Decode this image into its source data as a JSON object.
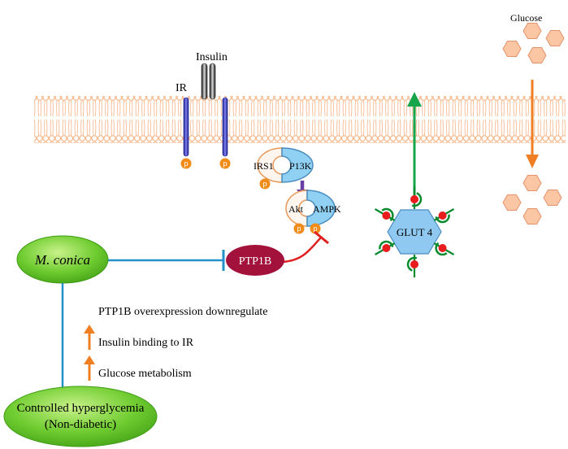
{
  "labels": {
    "insulin": "Insulin",
    "ir": "IR",
    "glucose": "Glucose",
    "irs1": "IRS1",
    "pi3k": "P13K",
    "akt": "Akt",
    "ampk": "AMPK",
    "glut4": "GLUT 4",
    "ptp1b": "PTP1B",
    "m_conica": "M. conica",
    "phospho": "p",
    "outcome_line1": "Controlled hyperglycemia",
    "outcome_line2": "(Non-diabetic)"
  },
  "effects": {
    "heading": "PTP1B overexpression downregulate",
    "items": [
      {
        "text": "Insulin binding to IR",
        "direction": "up"
      },
      {
        "text": "Glucose metabolism",
        "direction": "up"
      }
    ]
  },
  "colors": {
    "membrane": "#f6b98e",
    "receptor": "#2b2fb0",
    "phospho": "#f08c1a",
    "pi3k_fill": "#8fd0f3",
    "ptp1b": "#a3123a",
    "inhibition": "#e02020",
    "blue_line": "#2490c8",
    "green_arrow": "#16a54a",
    "glucose": "#fbc6a4",
    "orange_arrow": "#f07f24",
    "ellipse_green": "#5cc02a",
    "glut_hex": "#8fc8f0",
    "purple_arrow": "#6a3fa4"
  }
}
